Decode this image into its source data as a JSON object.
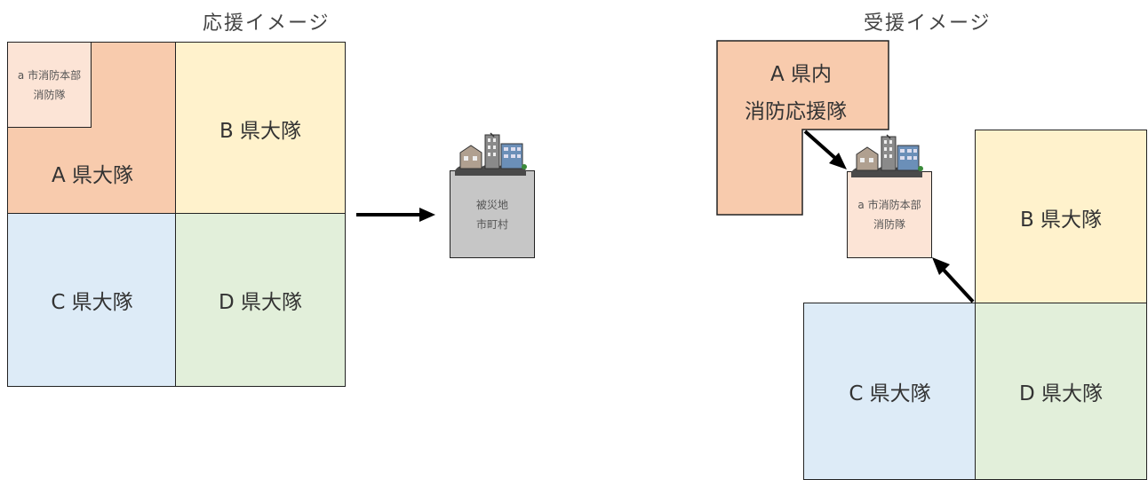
{
  "left_diagram": {
    "title": "応援イメージ",
    "unit_a_label": "A 県大隊",
    "unit_b_label": "B 県大隊",
    "unit_c_label": "C 県大隊",
    "unit_d_label": "D 県大隊",
    "local_fire_dept_line1": "a 市消防本部",
    "local_fire_dept_line2": "消防隊",
    "disaster_area_line1": "被災地",
    "disaster_area_line2": "市町村",
    "colors": {
      "a": "#f8cbad",
      "local": "#fce4d6",
      "b": "#fff2cc",
      "c": "#ddebf7",
      "d": "#e2efda",
      "disaster": "#c6c6c6"
    }
  },
  "right_diagram": {
    "title": "受援イメージ",
    "pref_team_line1": "A 県内",
    "pref_team_line2": "消防応援隊",
    "local_fire_dept_line1": "a 市消防本部",
    "local_fire_dept_line2": "消防隊",
    "unit_b_label": "B 県大隊",
    "unit_c_label": "C 県大隊",
    "unit_d_label": "D 県大隊"
  },
  "icons": [
    "damaged-buildings-icon",
    "arrow-right-icon",
    "arrow-icon"
  ]
}
